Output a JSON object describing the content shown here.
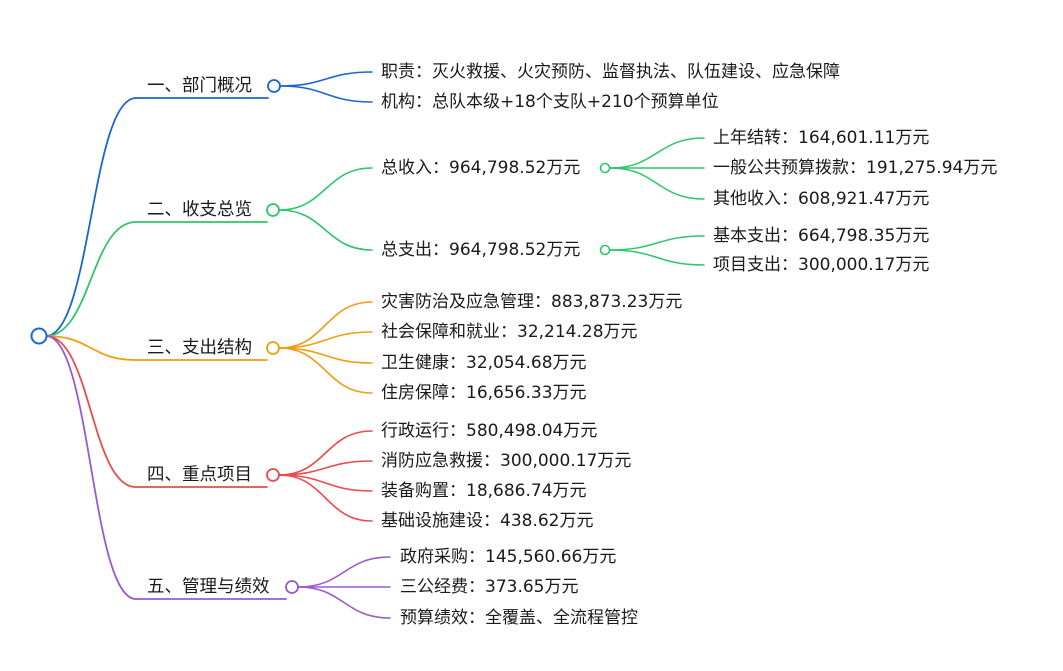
{
  "colors": {
    "root": "#1a66d6",
    "branch1": "#1a66d6",
    "branch2": "#2fc56b",
    "branch3": "#f29c11",
    "branch4": "#e84c4c",
    "branch5": "#9b59d0"
  },
  "mindmap": {
    "branches": [
      {
        "label": "一、部门概况",
        "color_key": "branch1",
        "children": [
          {
            "label": "职责：灭火救援、火灾预防、监督执法、队伍建设、应急保障"
          },
          {
            "label": "机构：总队本级+18个支队+210个预算单位"
          }
        ]
      },
      {
        "label": "二、收支总览",
        "color_key": "branch2",
        "children": [
          {
            "label": "总收入：964,798.52万元",
            "children": [
              {
                "label": "上年结转：164,601.11万元"
              },
              {
                "label": "一般公共预算拨款：191,275.94万元"
              },
              {
                "label": "其他收入：608,921.47万元"
              }
            ]
          },
          {
            "label": "总支出：964,798.52万元",
            "children": [
              {
                "label": "基本支出：664,798.35万元"
              },
              {
                "label": "项目支出：300,000.17万元"
              }
            ]
          }
        ]
      },
      {
        "label": "三、支出结构",
        "color_key": "branch3",
        "children": [
          {
            "label": "灾害防治及应急管理：883,873.23万元"
          },
          {
            "label": "社会保障和就业：32,214.28万元"
          },
          {
            "label": "卫生健康：32,054.68万元"
          },
          {
            "label": "住房保障：16,656.33万元"
          }
        ]
      },
      {
        "label": "四、重点项目",
        "color_key": "branch4",
        "children": [
          {
            "label": "行政运行：580,498.04万元"
          },
          {
            "label": "消防应急救援：300,000.17万元"
          },
          {
            "label": "装备购置：18,686.74万元"
          },
          {
            "label": "基础设施建设：438.62万元"
          }
        ]
      },
      {
        "label": "五、管理与绩效",
        "color_key": "branch5",
        "children": [
          {
            "label": "政府采购：145,560.66万元"
          },
          {
            "label": "三公经费：373.65万元"
          },
          {
            "label": "预算绩效：全覆盖、全流程管控"
          }
        ]
      }
    ]
  }
}
